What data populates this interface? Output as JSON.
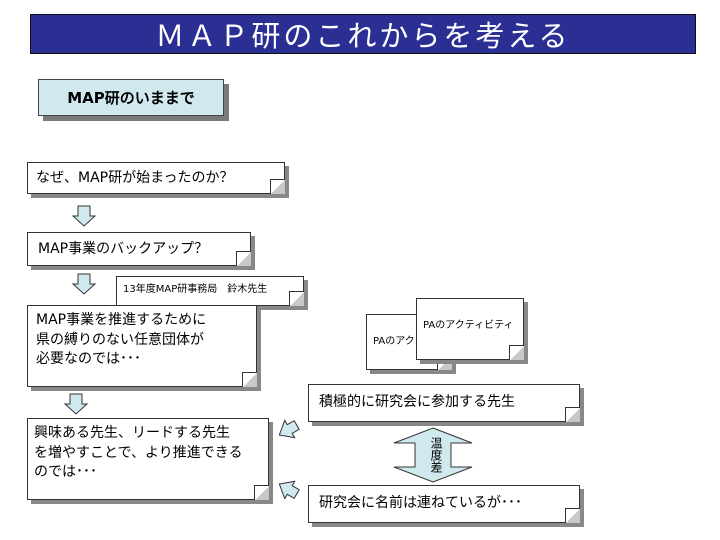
{
  "title": "ＭＡＰ研のこれからを考える",
  "section_label": "MAP研のいままで",
  "flow": {
    "box1": "なぜ、MAP研が始まったのか？",
    "box2": "MAP事業のバックアップ？",
    "note_small": "13年度MAP研事務局　鈴木先生",
    "box3_lines": [
      "MAP事業を推進するために",
      "県の縛りのない任意団体が",
      "必要なのでは･･･"
    ],
    "box4_lines": [
      "興味ある先生、リードする先生",
      "を増やすことで、より推進できる",
      "のでは･･･"
    ]
  },
  "pa": {
    "back": "PAのアク",
    "front": "PAのアクティビティ"
  },
  "right": {
    "top": "積極的に研究会に参加する先生",
    "bottom": "研究会に名前は連ねているが･･･",
    "temp_label": "温度差"
  },
  "colors": {
    "title_bg": "#2b2f94",
    "section_bg": "#cfe9ef",
    "arrow_fill": "#cfe9ef",
    "temp_fill": "#cfe9ef"
  }
}
